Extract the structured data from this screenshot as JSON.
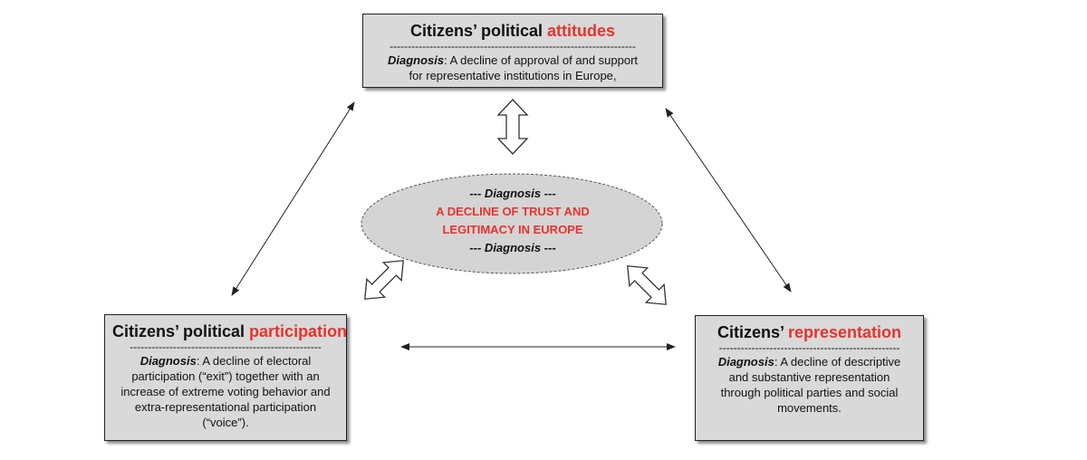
{
  "attitudes": {
    "title_prefix": "Citizens’ political",
    "title_accent": "attitudes",
    "separator": "--------------------------------------------------------------------",
    "diagnosis_label": "Diagnosis",
    "text_line1": ": A decline of approval of and support",
    "text_line2": "for representative institutions in Europe,"
  },
  "participation": {
    "title_prefix": "Citizens’ political",
    "title_accent": "participation",
    "separator": "-----------------------------------------------------",
    "diagnosis_label": "Diagnosis",
    "text_line1": ": A decline of electoral",
    "text_line2": "participation (“exit”) together with an",
    "text_line3": "increase of extreme voting behavior and",
    "text_line4": "extra-representational participation",
    "text_line5": "(“voice”)."
  },
  "representation": {
    "title_prefix": "Citizens’",
    "title_accent": "representation",
    "separator": "--------------------------------------------------",
    "diagnosis_label": "Diagnosis",
    "text_line1": ": A decline of descriptive",
    "text_line2": "and substantive representation",
    "text_line3": "through political parties and social",
    "text_line4": "movements."
  },
  "center": {
    "diagnosis_top": "--- Diagnosis ---",
    "headline_line1": "A DECLINE OF TRUST AND",
    "headline_line2": "LEGITIMACY IN EUROPE",
    "diagnosis_bottom": "--- Diagnosis ---"
  },
  "colors": {
    "accent": "#e8322d",
    "box_fill": "#d9d9d9",
    "ellipse_fill": "#d4d4d4",
    "line": "#222222"
  }
}
